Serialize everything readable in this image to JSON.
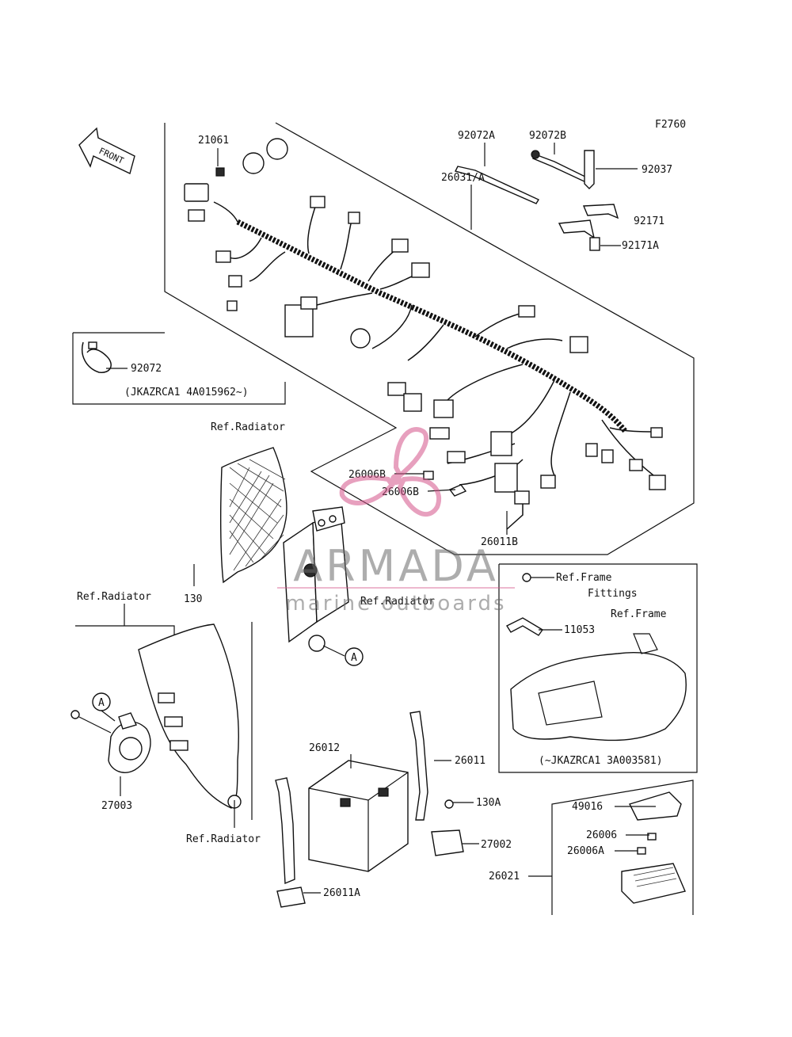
{
  "figure_code": "F2760",
  "front_label": "FRONT",
  "part_numbers": {
    "p21061": "21061",
    "p92072A": "92072A",
    "p92072B": "92072B",
    "p92037": "92037",
    "p26031A": "26031/A",
    "p92171": "92171",
    "p92171A": "92171A",
    "p92072": "92072",
    "p26006B_1": "26006B",
    "p26006B_2": "26006B",
    "p26011B": "26011B",
    "p130": "130",
    "p11053": "11053",
    "p27003": "27003",
    "p26012": "26012",
    "p26011": "26011",
    "p130A": "130A",
    "p27002": "27002",
    "p26011A": "26011A",
    "p49016": "49016",
    "p26006": "26006",
    "p26006A": "26006A",
    "p26021": "26021"
  },
  "refs": {
    "radiator_top": "Ref.Radiator",
    "radiator_left": "Ref.Radiator",
    "radiator_mid": "Ref.Radiator",
    "radiator_bottom": "Ref.Radiator",
    "frame_fittings_1": "Ref.Frame",
    "frame_fittings_2": "Fittings",
    "frame": "Ref.Frame"
  },
  "notes": {
    "vin_upper": "(JKAZRCA1 4A015962~)",
    "vin_lower": "(~JKAZRCA1 3A003581)"
  },
  "callouts": {
    "a1": "A",
    "a2": "A"
  },
  "watermark": {
    "brand": "ARMADA",
    "tagline": "marine outboards",
    "color": "#d4548a"
  }
}
